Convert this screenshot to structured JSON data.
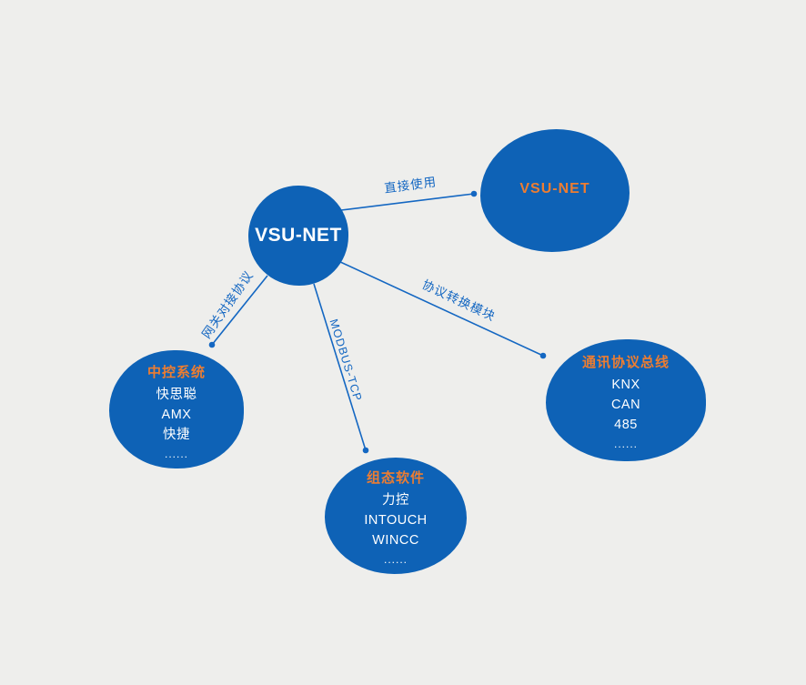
{
  "diagram": {
    "colors": {
      "background": "#eeeeec",
      "node_fill": "#0e62b6",
      "edge_color": "#1467c2",
      "accent_orange": "#ed7d31",
      "node_text": "#ffffff"
    },
    "center_node": {
      "label": "VSU-NET"
    },
    "nodes": {
      "direct": {
        "title": "VSU-NET"
      },
      "central_control": {
        "title": "中控系统",
        "items": [
          "快思聪",
          "AMX",
          "快捷",
          "......"
        ]
      },
      "scada": {
        "title": "组态软件",
        "items": [
          "力控",
          "INTOUCH",
          "WINCC",
          "......"
        ]
      },
      "bus": {
        "title": "通讯协议总线",
        "items": [
          "KNX",
          "CAN",
          "485",
          "......"
        ]
      }
    },
    "edges": {
      "direct_use": {
        "label": "直接使用"
      },
      "converter": {
        "label": "协议转换模块"
      },
      "gateway": {
        "label": "网关对接协议"
      },
      "modbus": {
        "label": "MODBUS-TCP"
      }
    }
  }
}
